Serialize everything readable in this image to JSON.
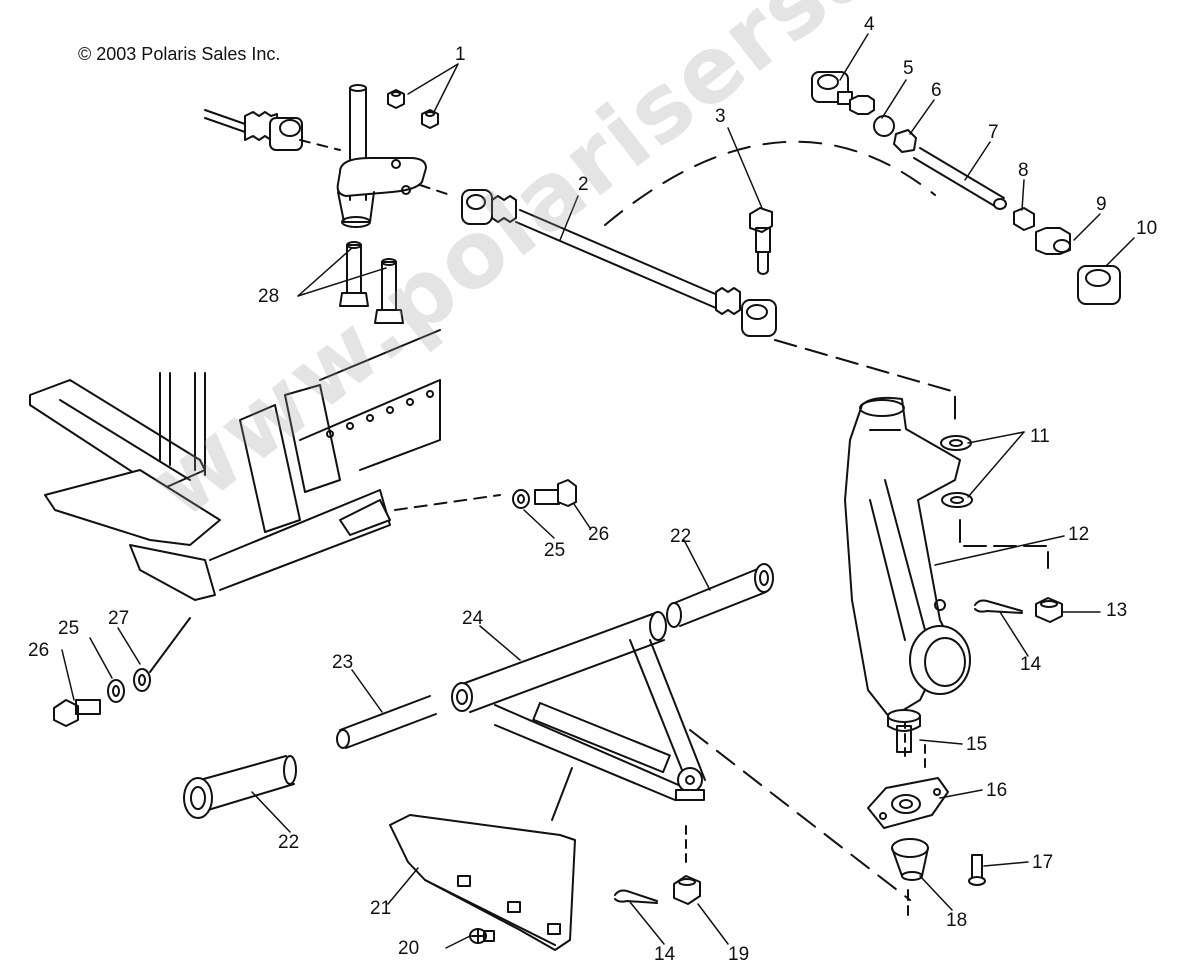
{
  "copyright": "© 2003 Polaris Sales Inc.",
  "watermark": "www.polarisersatzteile.de",
  "callouts": [
    {
      "id": "c1",
      "text": "1"
    },
    {
      "id": "c2",
      "text": "2"
    },
    {
      "id": "c3",
      "text": "3"
    },
    {
      "id": "c4",
      "text": "4"
    },
    {
      "id": "c5",
      "text": "5"
    },
    {
      "id": "c6",
      "text": "6"
    },
    {
      "id": "c7",
      "text": "7"
    },
    {
      "id": "c8",
      "text": "8"
    },
    {
      "id": "c9",
      "text": "9"
    },
    {
      "id": "c10",
      "text": "10"
    },
    {
      "id": "c11",
      "text": "11"
    },
    {
      "id": "c12",
      "text": "12"
    },
    {
      "id": "c13",
      "text": "13"
    },
    {
      "id": "c14a",
      "text": "14"
    },
    {
      "id": "c15",
      "text": "15"
    },
    {
      "id": "c16",
      "text": "16"
    },
    {
      "id": "c17",
      "text": "17"
    },
    {
      "id": "c18",
      "text": "18"
    },
    {
      "id": "c19",
      "text": "19"
    },
    {
      "id": "c20",
      "text": "20"
    },
    {
      "id": "c21",
      "text": "21"
    },
    {
      "id": "c22a",
      "text": "22"
    },
    {
      "id": "c22b",
      "text": "22"
    },
    {
      "id": "c23",
      "text": "23"
    },
    {
      "id": "c24",
      "text": "24"
    },
    {
      "id": "c25a",
      "text": "25"
    },
    {
      "id": "c25b",
      "text": "25"
    },
    {
      "id": "c26a",
      "text": "26"
    },
    {
      "id": "c26b",
      "text": "26"
    },
    {
      "id": "c27",
      "text": "27"
    },
    {
      "id": "c28",
      "text": "28"
    },
    {
      "id": "c14b",
      "text": "14"
    }
  ]
}
